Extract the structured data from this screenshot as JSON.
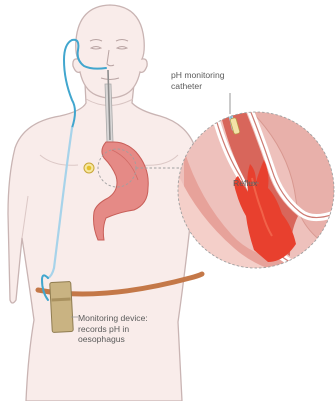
{
  "diagram": {
    "labels": {
      "catheter": [
        "pH monitoring",
        "catheter"
      ],
      "reflux": "Reflux",
      "device": [
        "Monitoring device:",
        "records pH in",
        "oesophagus"
      ]
    }
  },
  "colors": {
    "skin_fill": "#f9ecea",
    "body_outline": "#c9b4b3",
    "stomach": "#e58a86",
    "stomach_dark": "#c85e58",
    "catheter_tube": "#a7d3ea",
    "catheter_dark": "#41a6ce",
    "belt": "#c47848",
    "device": "#c9b382",
    "sensor": "#e6c12c",
    "reflux": "#e8402e",
    "callout_bg": "#eec1bc",
    "leader_line": "#9a9a9a"
  }
}
